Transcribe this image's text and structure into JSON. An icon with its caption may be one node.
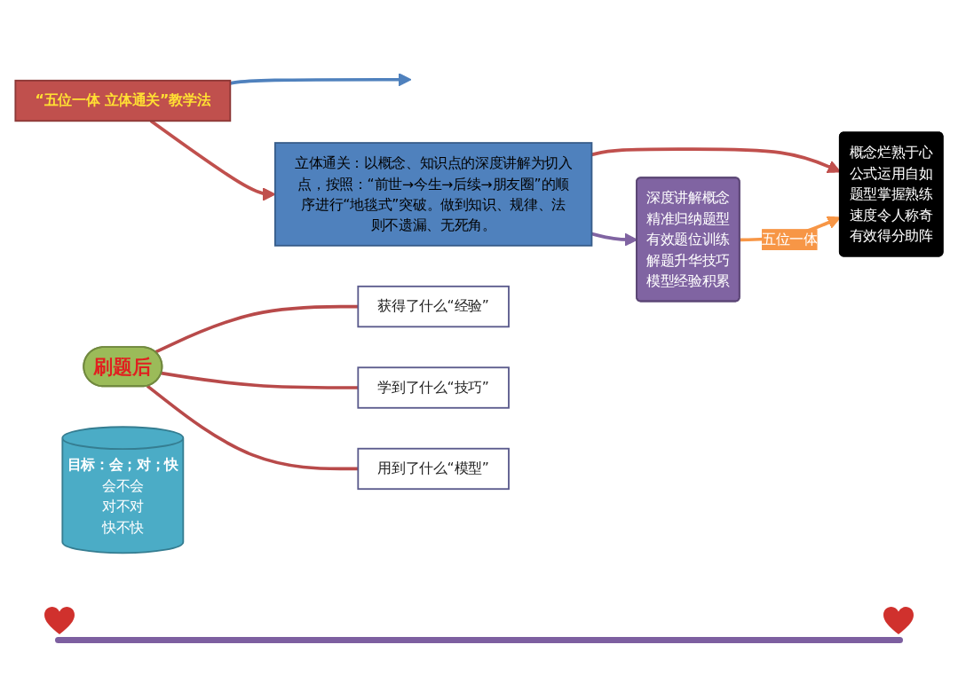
{
  "diagram": {
    "nodes": [
      {
        "text": [
          "立体通关：以概念、知识点的深度讲解为切入点，按照：“前世→今生→后续→朋友圈”的顺序进行“地毯式”突破。做到知识、规律、法则不遗漏、无死角。"
        ]
      },
      {
        "text": [
          "“五位一体 立体通关”教学法"
        ]
      },
      {
        "text": [
          "深度讲解概念",
          "精准归纳题型",
          "有效题位训练",
          "解题升华技巧",
          "模型经验积累"
        ]
      },
      {
        "text": [
          "概念烂熟于心",
          "公式运用自如",
          "题型掌握熟练",
          "速度令人称奇",
          "有效得分助阵"
        ]
      },
      {
        "text": [
          "刷题后"
        ]
      },
      {
        "text": [
          "获得了什么“经验”"
        ]
      },
      {
        "text": [
          "学到了什么“技巧”"
        ]
      },
      {
        "text": [
          "用到了什么“模型”"
        ]
      },
      {
        "text": [
          "目标：会；对；快",
          "会不会",
          "对不对",
          "快不快"
        ]
      }
    ],
    "edges": [
      {
        "from": 1,
        "to": 0,
        "arrow": "to",
        "color": "#c0504d"
      },
      {
        "from": 1,
        "to": null,
        "arrow": "to",
        "color": "#4f81bd"
      },
      {
        "from": 0,
        "to": 2,
        "arrow": "to",
        "color": "#8064a2"
      },
      {
        "from": 0,
        "to": 3,
        "arrow": "to",
        "color": "#c0504d"
      },
      {
        "from": 2,
        "to": 3,
        "label": "五位一体",
        "arrow": "to",
        "color": "#f79646"
      },
      {
        "from": 4,
        "to": 5,
        "arrow": "none",
        "color": "#b84a4a"
      },
      {
        "from": 4,
        "to": 6,
        "arrow": "none",
        "color": "#b84a4a"
      },
      {
        "from": 4,
        "to": 7,
        "arrow": "none",
        "color": "#b84a4a"
      }
    ]
  }
}
